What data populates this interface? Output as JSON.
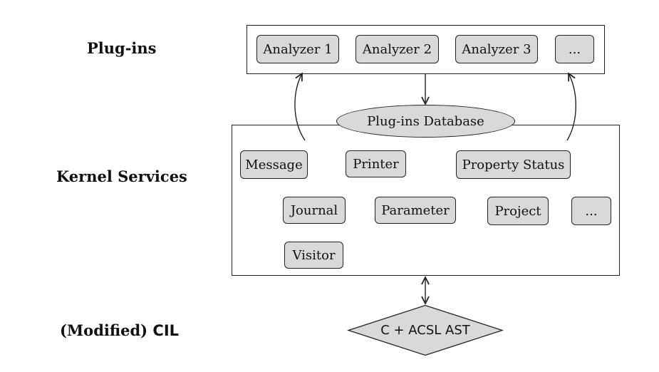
{
  "layers": {
    "plugins_label": "Plug-ins",
    "kernel_label": "Kernel Services",
    "cil_prefix": "(Modified)",
    "cil_name": "CIL"
  },
  "plugins": {
    "analyzers": [
      "Analyzer 1",
      "Analyzer 2",
      "Analyzer 3",
      "..."
    ]
  },
  "database": {
    "label": "Plug-ins Database"
  },
  "kernel": {
    "services": [
      "Message",
      "Printer",
      "Property Status",
      "Journal",
      "Parameter",
      "Project",
      "...",
      "Visitor"
    ]
  },
  "ast": {
    "label": "C + ACSL AST"
  },
  "colors": {
    "node_fill": "#d9d9d9",
    "stroke": "#222222",
    "background": "#ffffff"
  }
}
